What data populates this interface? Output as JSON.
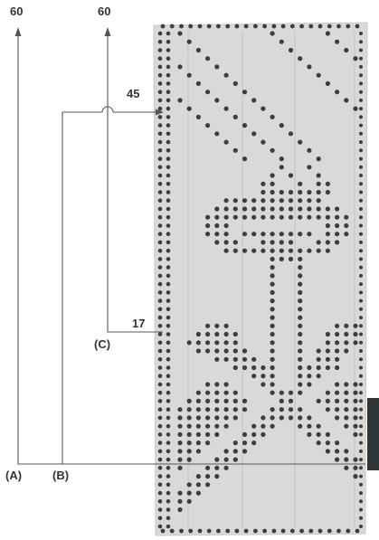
{
  "labels": {
    "top_left": "60",
    "top_mid": "60",
    "row_45": "45",
    "row_17": "17",
    "line_a": "(A)",
    "line_b": "(B)",
    "line_c": "(C)"
  },
  "colors": {
    "card": "#d9d9d7",
    "card_edge": "#c9c9c6",
    "hole": "#3d3d3d",
    "line": "#555555",
    "text": "#333333",
    "tab": "#2e3536"
  },
  "punchcard": {
    "columns": 20,
    "rows": 60,
    "pattern_rows_top_to_bottom": [
      "#.........#.....#...",
      ".#.........#.....#..",
      "..#.........#.....#.",
      "...#.........#.....#",
      "#...#.........#.....",
      ".#...#.........#....",
      "..#...#.........#...",
      "...#...#.........#..",
      "#...#...#.........#.",
      ".#...#...#.........#",
      "..#...#...#.........",
      "...#...#...#........",
      "....#...#...#.......",
      ".....#...#...#......",
      "......#...#...#.....",
      ".......#...#...#....",
      "...........#..#.....",
      "..........#.#..#....",
      ".........##..#.##...",
      ".........########...",
      ".....###########....",
      "....##############..",
      "...################.",
      "...###..........###.",
      "...###.########.###.",
      "....###..####..###..",
      ".....############...",
      "..........####......",
      "..........#..#......",
      "..........#..#......",
      "..........#..#......",
      "..........#..#......",
      "..........#..#......",
      "..........#..#......",
      "..........#..#......",
      "...###....#..#...###",
      "..#####...#..#..####",
      ".######...#..#..####",
      "..######..#..#.####.",
      "....#####.#..#.###..",
      "......#####..#####..",
      "........###..###....",
      "...###...##..##..###",
      "..#####...####..####",
      ".#######...##..#####",
      "########..####..####",
      "#######..######..###",
      "######..###..###..##",
      "#####..###....###..#",
      "####..###......###..",
      "###..###........###.",
      "##..###..........###",
      "#..###............##",
      "..###..............#",
      ".###................",
      "###.................",
      "##..................",
      "#...................",
      "....................",
      "...................."
    ]
  }
}
